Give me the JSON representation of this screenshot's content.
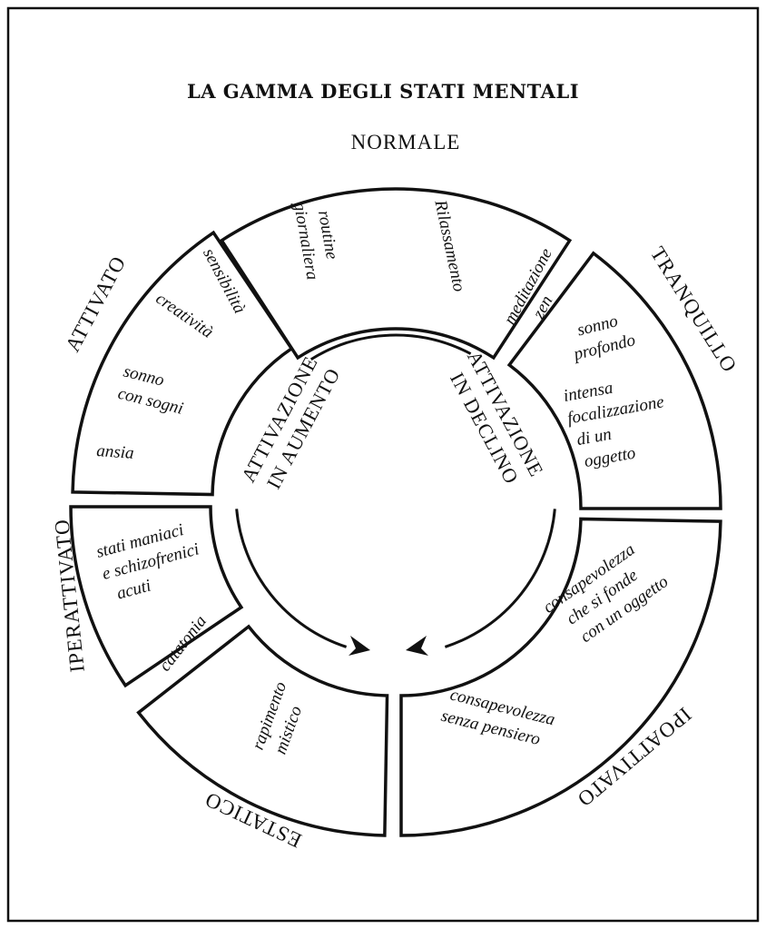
{
  "title": "LA GAMMA DEGLI STATI MENTALI",
  "center_labels": {
    "increase": [
      "ATTIVAZIONE",
      "IN AUMENTO"
    ],
    "decline": [
      "ATTIVAZIONE",
      "IN DECLINO"
    ]
  },
  "segments": {
    "normale": {
      "label": "NORMALE",
      "items": [
        [
          "routine",
          "giornaliera"
        ],
        [
          "Rilassamento"
        ]
      ]
    },
    "tranquillo": {
      "label": "TRANQUILLO",
      "items": [
        [
          "meditazione",
          "zen"
        ],
        [
          "sonno",
          "profondo"
        ],
        [
          "intensa",
          "focalizzazione",
          "di un",
          "oggetto"
        ]
      ]
    },
    "ipoattivato": {
      "label": "IPOATTIVATO",
      "items": [
        [
          "consapevolezza",
          "che si fonde",
          "con un oggetto"
        ],
        [
          "consapevolezza",
          "senza pensiero"
        ]
      ]
    },
    "estatico": {
      "label": "ESTATICO",
      "items": [
        [
          "rapimento",
          "mistico"
        ]
      ]
    },
    "iperattivato": {
      "label": "IPERATTIVATO",
      "items": [
        [
          "stati maniaci",
          "e schizofrenici",
          "acuti"
        ],
        [
          "catatonia"
        ]
      ]
    },
    "attivato": {
      "label": "ATTIVATO",
      "items": [
        [
          "sensibilità"
        ],
        [
          "creatività"
        ],
        [
          "sonno",
          "con sogni"
        ],
        [
          "ansia"
        ]
      ]
    }
  }
}
